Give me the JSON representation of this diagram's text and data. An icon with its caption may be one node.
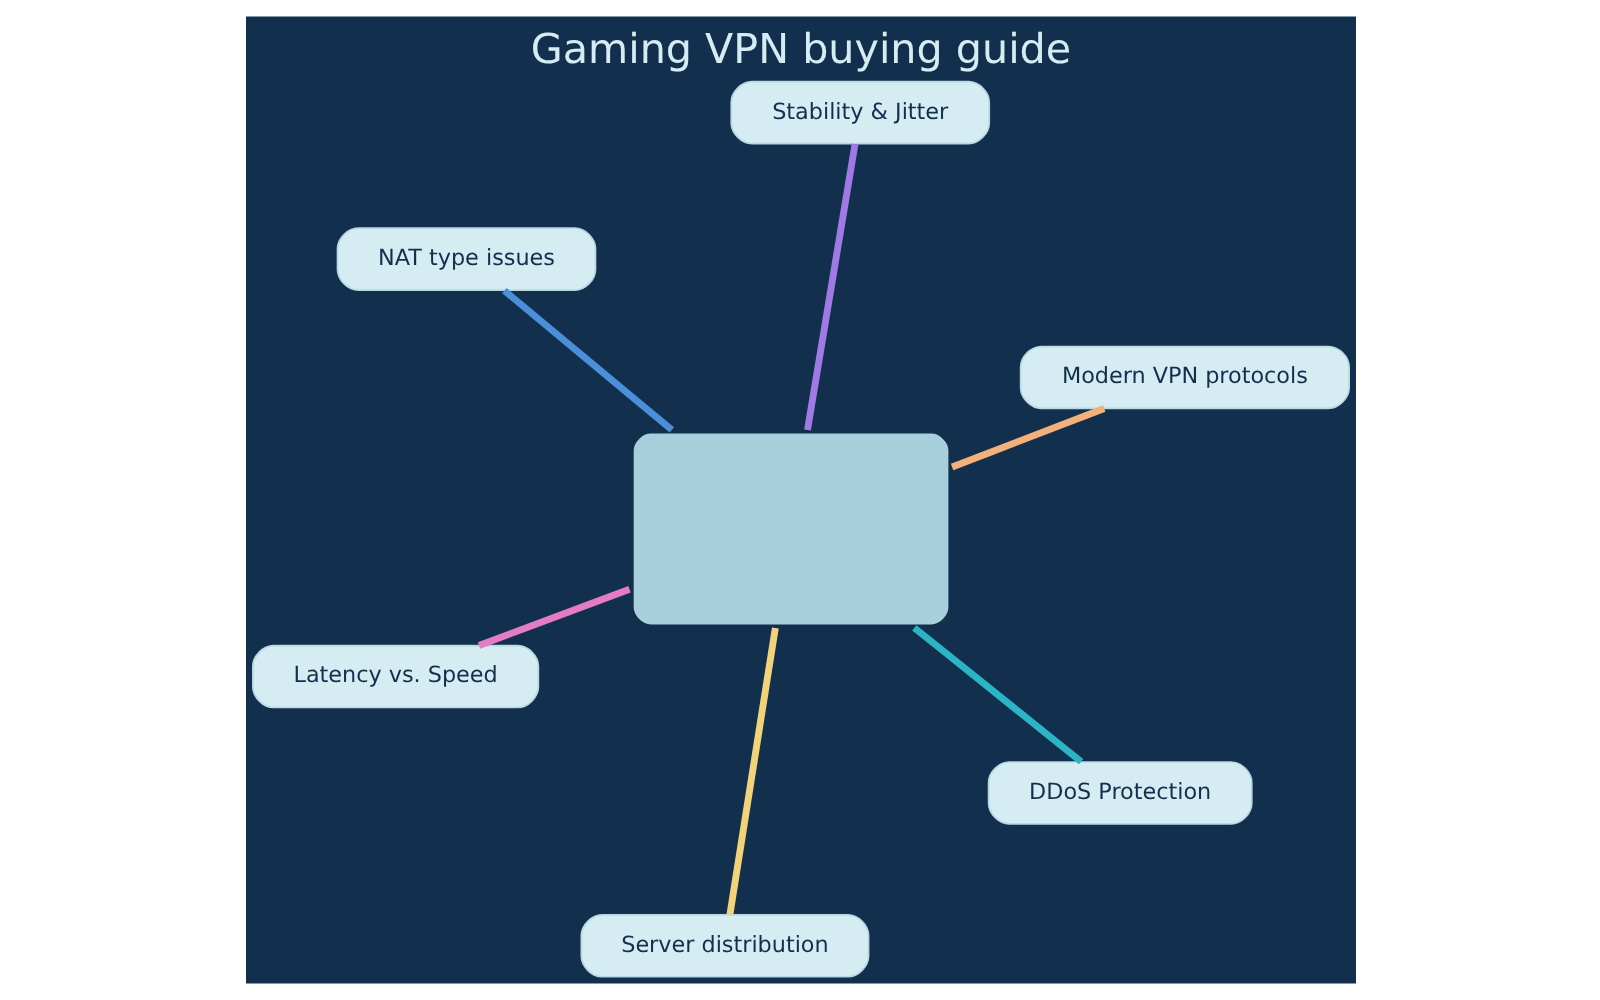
{
  "diagram": {
    "title": "Gaming VPN buying guide",
    "nodes": [
      {
        "text": [
          "Latency vs. Speed"
        ]
      },
      {
        "text": [
          "DDoS Protection"
        ]
      },
      {
        "text": [
          "Server distribution"
        ]
      },
      {
        "text": [
          "NAT type issues"
        ]
      },
      {
        "text": [
          "Modern VPN protocols"
        ]
      },
      {
        "text": [
          "Stability & Jitter"
        ]
      },
      {
        "text": [],
        "shape": "box"
      }
    ],
    "edges": [
      {
        "from": 0,
        "to": 6,
        "arrow": "none",
        "color": "#e47cc4"
      },
      {
        "from": 1,
        "to": 6,
        "arrow": "none",
        "color": "#2bb5c4"
      },
      {
        "from": 2,
        "to": 6,
        "arrow": "none",
        "color": "#f2d37a"
      },
      {
        "from": 3,
        "to": 6,
        "arrow": "none",
        "color": "#4a8fd8"
      },
      {
        "from": 4,
        "to": 6,
        "arrow": "none",
        "color": "#f2b07a"
      },
      {
        "from": 5,
        "to": 6,
        "arrow": "none",
        "color": "#a07ae4"
      }
    ]
  }
}
